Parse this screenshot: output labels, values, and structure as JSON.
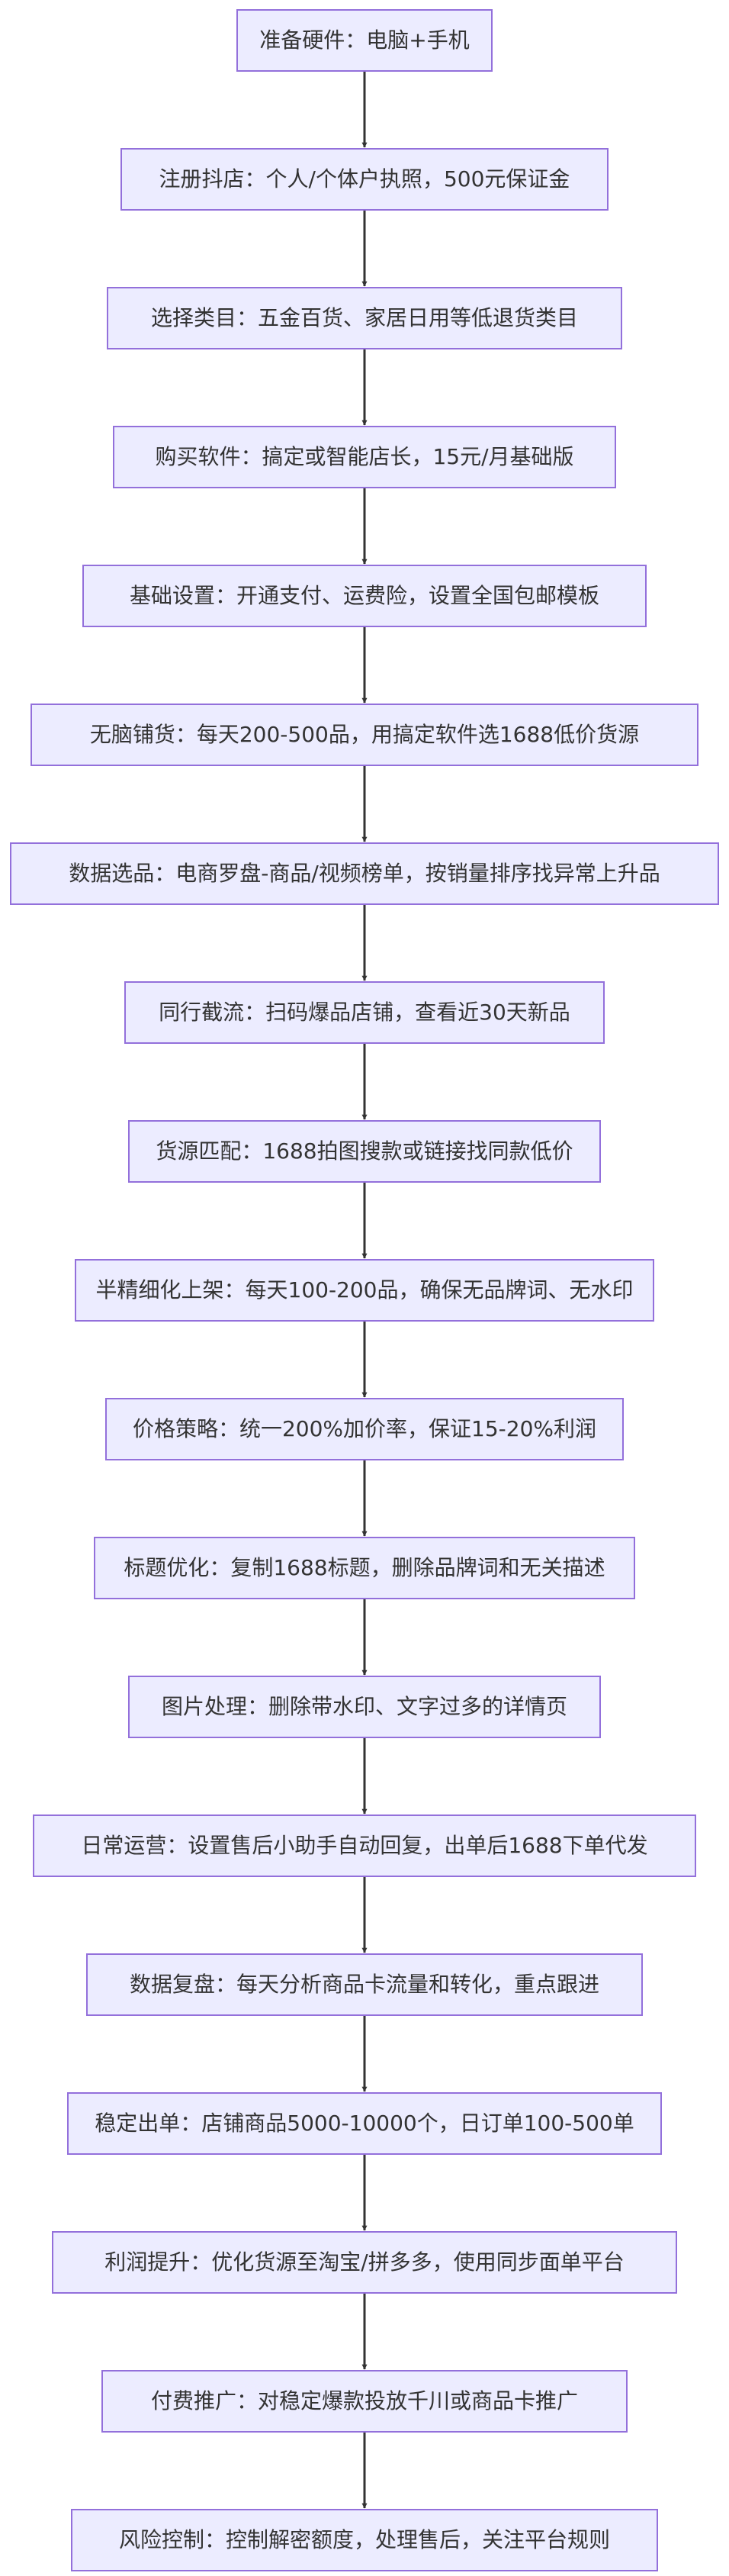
{
  "steps": [
    "准备硬件：电脑+手机",
    "注册抖店：个人/个体户执照，500元保证金",
    "选择类目：五金百货、家居日用等低退货类目",
    "购买软件：搞定或智能店长，15元/月基础版",
    "基础设置：开通支付、运费险，设置全国包邮模板",
    "无脑铺货：每天200-500品，用搞定软件选1688低价货源",
    "数据选品：电商罗盘-商品/视频榜单，按销量排序找异常上升品",
    "同行截流：扫码爆品店铺，查看近30天新品",
    "货源匹配：1688拍图搜款或链接找同款低价",
    "半精细化上架：每天100-200品，确保无品牌词、无水印",
    "价格策略：统一200%加价率，保证15-20%利润",
    "标题优化：复制1688标题，删除品牌词和无关描述",
    "图片处理：删除带水印、文字过多的详情页",
    "日常运营：设置售后小助手自动回复，出单后1688下单代发",
    "数据复盘：每天分析商品卡流量和转化，重点跟进",
    "稳定出单：店铺商品5000-10000个，日订单100-500单",
    "利润提升：优化货源至淘宝/拼多多，使用同步面单平台",
    "付费推广：对稳定爆款投放千川或商品卡推广",
    "风险控制：控制解密额度，处理售后，关注平台规则"
  ],
  "colors": {
    "node_fill": "#ECECFF",
    "node_border": "#9370DB",
    "edge": "#333333",
    "text": "#333333"
  }
}
